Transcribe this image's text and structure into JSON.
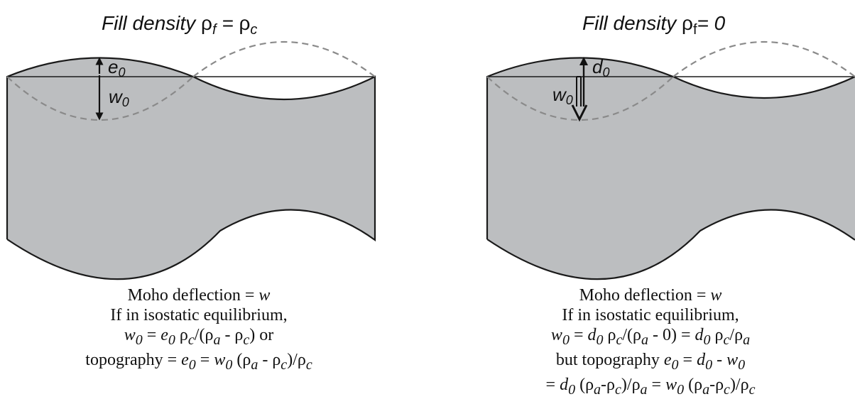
{
  "panels": [
    {
      "title": {
        "text": "Fill density ",
        "rho": "ρ",
        "sub_f": "f",
        "eq": " = ",
        "rho2": "ρ",
        "sub_c": "c"
      },
      "label_top": {
        "main": "e",
        "sub": "0"
      },
      "label_bottom": {
        "main": "w",
        "sub": "0"
      },
      "caption": {
        "line1": {
          "text": "Moho deflection = ",
          "var": "w"
        },
        "line2": "If in isostatic equilibrium,",
        "line3": {
          "a": "w",
          "a_sub": "0",
          "mid": " = ",
          "b": "e",
          "b_sub": "0",
          "rest": " ρ",
          "rest_sub": "c",
          "frac": "/(ρ",
          "sa": "a",
          "minus": " - ρ",
          "sc": "c",
          "end": ") or"
        },
        "line4": {
          "text": "topography = ",
          "e": "e",
          "e_sub": "0",
          "eq": " = ",
          "w": "w",
          "w_sub": "0",
          "p1": " (ρ",
          "sa": "a",
          "m": " - ρ",
          "sc": "c",
          "p2": ")/ρ",
          "sc2": "c"
        }
      }
    },
    {
      "title": {
        "text": "Fill density ",
        "rho": "ρ",
        "sub_f": "f",
        "eq": "= 0"
      },
      "label_top": {
        "main": "d",
        "sub": "0"
      },
      "label_bottom": {
        "main": "w",
        "sub": "0"
      },
      "caption": {
        "line1": {
          "text": "Moho deflection = ",
          "var": "w"
        },
        "line2": "If in isostatic equilibrium,",
        "line3": {
          "a": "w",
          "a_sub": "0",
          "mid": " = ",
          "b": "d",
          "b_sub": "0",
          "rest": " ρ",
          "rest_sub": "c",
          "frac": "/(ρ",
          "sa": "a",
          "minus": " - 0) = ",
          "d2": "d",
          "d2_sub": "0",
          "r2": " ρ",
          "r2_sub": "c",
          "r3": "/ρ",
          "r3_sub": "a"
        },
        "line4": {
          "text": "but topography ",
          "e": "e",
          "e_sub": "0",
          "eq": " = ",
          "d": "d",
          "d_sub": "0",
          "m": " - ",
          "w": "w",
          "w_sub": "0"
        },
        "line5": {
          "eq": "= ",
          "d": "d",
          "d_sub": "0",
          "p1": " (ρ",
          "sa": "a",
          "m": "-ρ",
          "sc": "c",
          "p2": ")/ρ",
          "sa2": "a",
          "eq2": " = ",
          "w": "w",
          "w_sub": "0",
          "p3": " (ρ",
          "sa3": "a",
          "m2": "-ρ",
          "sc2": "c",
          "p4": ")/ρ",
          "sc3": "c"
        }
      }
    }
  ],
  "colors": {
    "fill": "#bcbec0",
    "stroke": "#1a1a1a",
    "dash": "#8a8a8a"
  }
}
